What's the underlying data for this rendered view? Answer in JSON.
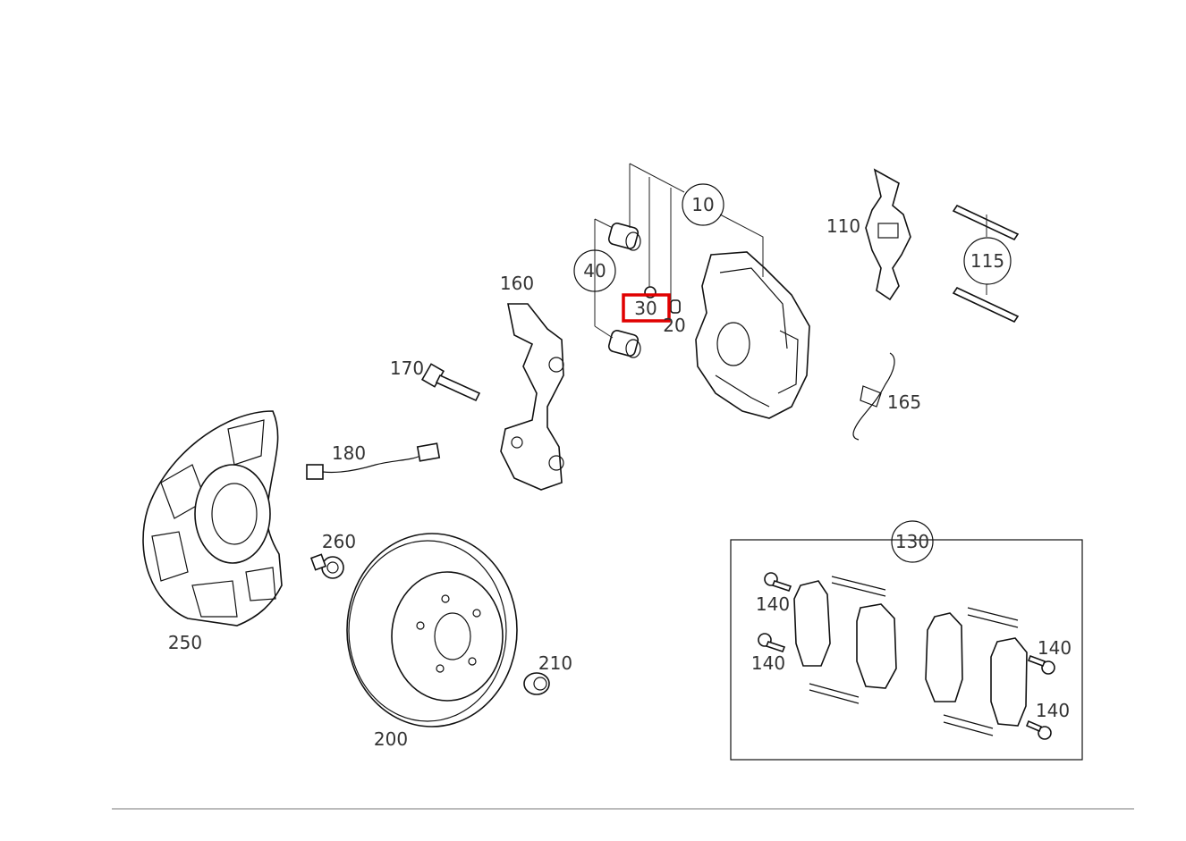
{
  "callouts": {
    "c10": "10",
    "c20": "20",
    "c30": "30",
    "c40": "40",
    "c110": "110",
    "c115": "115",
    "c130": "130",
    "c140a": "140",
    "c140b": "140",
    "c140c": "140",
    "c140d": "140",
    "c160": "160",
    "c165": "165",
    "c170": "170",
    "c180": "180",
    "c200": "200",
    "c210": "210",
    "c250": "250",
    "c260": "260"
  },
  "highlight": {
    "part": "30",
    "color": "#e00000"
  },
  "colors": {
    "line": "#111111",
    "label": "#333333",
    "footer_rule": "#bbbbbb"
  }
}
